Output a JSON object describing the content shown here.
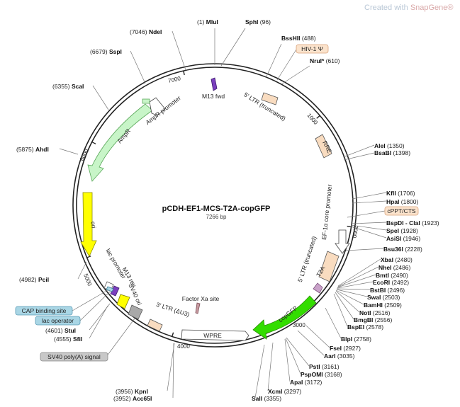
{
  "watermark": {
    "prefix": "Created with ",
    "brand": "SnapGene®"
  },
  "plasmid": {
    "name": "pCDH-EF1-MCS-T2A-copGFP",
    "size": "7266 bp"
  },
  "ticks": [
    "1000",
    "2000",
    "3000",
    "4000",
    "5000",
    "6000",
    "7000"
  ],
  "features": [
    {
      "name": "5′ LTR (truncated)",
      "color": "#f9dcc0"
    },
    {
      "name": "RRE",
      "color": "#f9dcc0"
    },
    {
      "name": "EF-1α core promoter",
      "color": "#ffffff"
    },
    {
      "name": "5′ LTR (truncated)",
      "color": "#f9dcc0"
    },
    {
      "name": "T2A",
      "color": "#c9a2c9"
    },
    {
      "name": "copGFP",
      "color": "#33dd00"
    },
    {
      "name": "WPRE",
      "color": "#ffffff"
    },
    {
      "name": "3′ LTR (ΔU3)",
      "color": "#f9dcc0"
    },
    {
      "name": "SV40 ori",
      "color": "#ffff00"
    },
    {
      "name": "lac promoter",
      "color": "#ffffff"
    },
    {
      "name": "M13 rev",
      "color": "#7b3fbf"
    },
    {
      "name": "ori",
      "color": "#ffff00"
    },
    {
      "name": "AmpR",
      "color": "#c8f5c8"
    },
    {
      "name": "AmpR promoter",
      "color": "#ffffff"
    },
    {
      "name": "M13 fwd",
      "color": "#7b3fbf"
    },
    {
      "name": "Factor Xa site",
      "color": "#c79aa0"
    }
  ],
  "site_boxes": [
    {
      "name": "HIV-1 Ψ",
      "bg": "#fbe3cc",
      "border": "#d9a27a"
    },
    {
      "name": "cPPT/CTS",
      "bg": "#fbe3cc",
      "border": "#d9a27a"
    },
    {
      "name": "CAP binding site",
      "bg": "#a9d6e5",
      "border": "#5a9ab5"
    },
    {
      "name": "lac operator",
      "bg": "#a9d6e5",
      "border": "#5a9ab5"
    },
    {
      "name": "SV40 poly(A) signal",
      "bg": "#c8c8c8",
      "border": "#888888"
    }
  ],
  "sites": [
    {
      "name": "MluI",
      "pos": "(1)"
    },
    {
      "name": "SphI",
      "pos": "(96)"
    },
    {
      "name": "BssHII",
      "pos": "(488)"
    },
    {
      "name": "NruI*",
      "pos": "(610)"
    },
    {
      "name": "AleI",
      "pos": "(1350)"
    },
    {
      "name": "BsaBI",
      "pos": "(1398)"
    },
    {
      "name": "KflI",
      "pos": "(1706)"
    },
    {
      "name": "HpaI",
      "pos": "(1800)"
    },
    {
      "name": "BspDI - ClaI",
      "pos": "(1923)"
    },
    {
      "name": "SpeI",
      "pos": "(1928)"
    },
    {
      "name": "AsiSI",
      "pos": "(1946)"
    },
    {
      "name": "Bsu36I",
      "pos": "(2228)"
    },
    {
      "name": "XbaI",
      "pos": "(2480)"
    },
    {
      "name": "NheI",
      "pos": "(2486)"
    },
    {
      "name": "BmtI",
      "pos": "(2490)"
    },
    {
      "name": "EcoRI",
      "pos": "(2492)"
    },
    {
      "name": "BstBI",
      "pos": "(2496)"
    },
    {
      "name": "SwaI",
      "pos": "(2503)"
    },
    {
      "name": "BamHI",
      "pos": "(2509)"
    },
    {
      "name": "NotI",
      "pos": "(2516)"
    },
    {
      "name": "BmgBI",
      "pos": "(2556)"
    },
    {
      "name": "BspEI",
      "pos": "(2578)"
    },
    {
      "name": "BlpI",
      "pos": "(2758)"
    },
    {
      "name": "FseI",
      "pos": "(2927)"
    },
    {
      "name": "AarI",
      "pos": "(3035)"
    },
    {
      "name": "PstI",
      "pos": "(3161)"
    },
    {
      "name": "PspOMI",
      "pos": "(3168)"
    },
    {
      "name": "ApaI",
      "pos": "(3172)"
    },
    {
      "name": "XcmI",
      "pos": "(3297)"
    },
    {
      "name": "SalI",
      "pos": "(3355)"
    },
    {
      "name": "KpnI",
      "pos": "(3956)"
    },
    {
      "name": "Acc65I",
      "pos": "(3952)"
    },
    {
      "name": "SfiI",
      "pos": "(4555)"
    },
    {
      "name": "StuI",
      "pos": "(4601)"
    },
    {
      "name": "PciI",
      "pos": "(4982)"
    },
    {
      "name": "AhdI",
      "pos": "(5875)"
    },
    {
      "name": "ScaI",
      "pos": "(6355)"
    },
    {
      "name": "SspI",
      "pos": "(6679)"
    },
    {
      "name": "NdeI",
      "pos": "(7046)"
    }
  ]
}
